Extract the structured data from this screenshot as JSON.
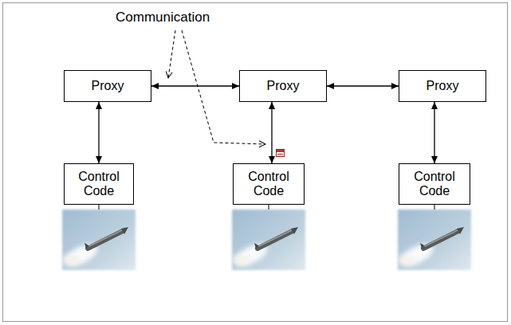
{
  "diagram": {
    "nodes": [
      {
        "text": [
          "Proxy"
        ]
      },
      {
        "text": [
          "Proxy"
        ]
      },
      {
        "text": [
          "Proxy"
        ]
      },
      {
        "text": [
          "Control Code"
        ]
      },
      {
        "text": [
          "Control Code"
        ]
      },
      {
        "text": [
          "Control Code"
        ]
      }
    ],
    "edges": [
      {
        "from": 0,
        "to": 1,
        "arrow": "both"
      },
      {
        "from": 1,
        "to": 2,
        "arrow": "both"
      },
      {
        "from": 0,
        "to": 3,
        "arrow": "both"
      },
      {
        "from": 1,
        "to": 4,
        "arrow": "both"
      },
      {
        "from": 2,
        "to": 5,
        "arrow": "both"
      }
    ],
    "labels": [
      "Communication"
    ]
  }
}
